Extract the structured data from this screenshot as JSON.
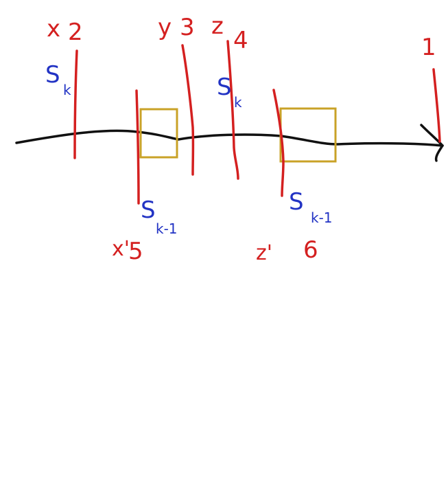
{
  "colors": {
    "background": "#ffffff",
    "axis": "#111111",
    "marker": "#d42020",
    "s_label": "#2233c4",
    "box": "#c9a227"
  },
  "labels": {
    "top": {
      "x": "x",
      "x_num": "2",
      "y": "y",
      "y_num": "3",
      "z": "z",
      "z_num": "4",
      "end_num": "1"
    },
    "s_top_left": {
      "base": "S",
      "sub": "k"
    },
    "s_top_mid": {
      "base": "S",
      "sub": "k"
    },
    "bottom": {
      "x_prime": "x'",
      "x_prime_num": "5",
      "z_prime": "z'",
      "z_prime_num": "6"
    },
    "s_bottom_left": {
      "base": "S",
      "sub": "k-1"
    },
    "s_bottom_mid": {
      "base": "S",
      "sub": "k-1"
    }
  }
}
